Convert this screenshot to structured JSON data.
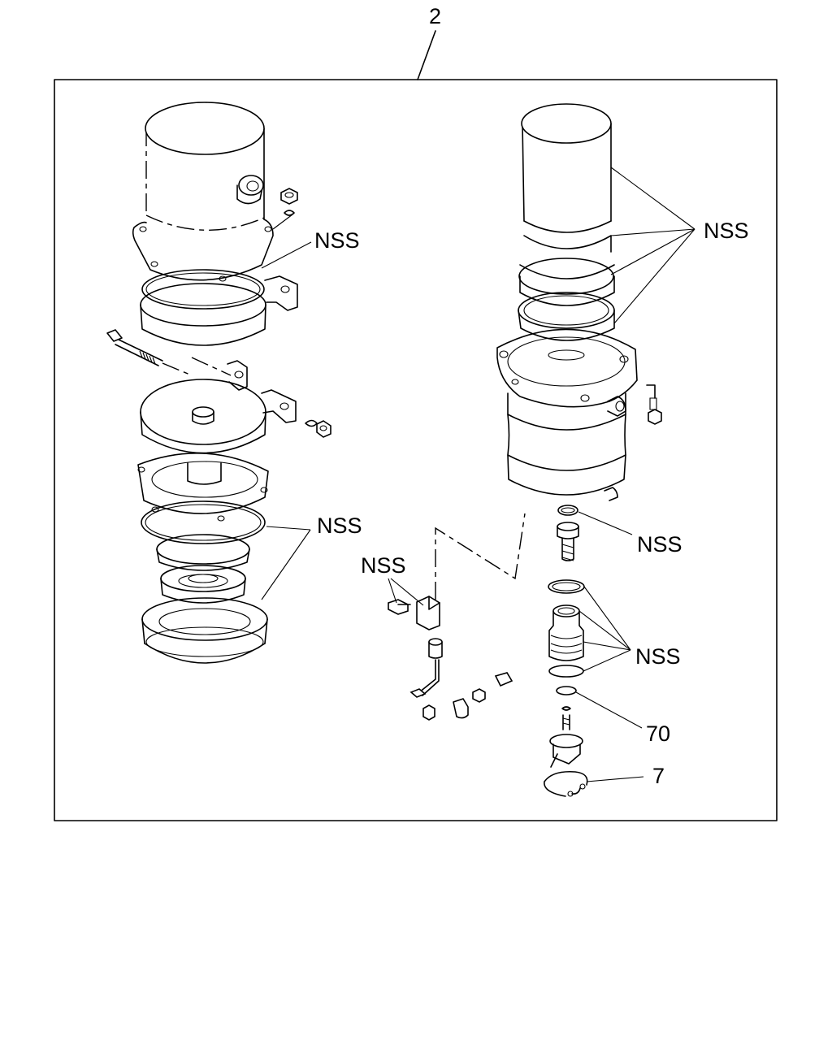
{
  "callouts": {
    "assembly": "2",
    "nss_left_top": "NSS",
    "nss_left_bottom": "NSS",
    "nss_bracket": "NSS",
    "nss_right_top": "NSS",
    "nss_right_mid": "NSS",
    "nss_right_bottom": "NSS",
    "part_70": "70",
    "part_7": "7"
  }
}
